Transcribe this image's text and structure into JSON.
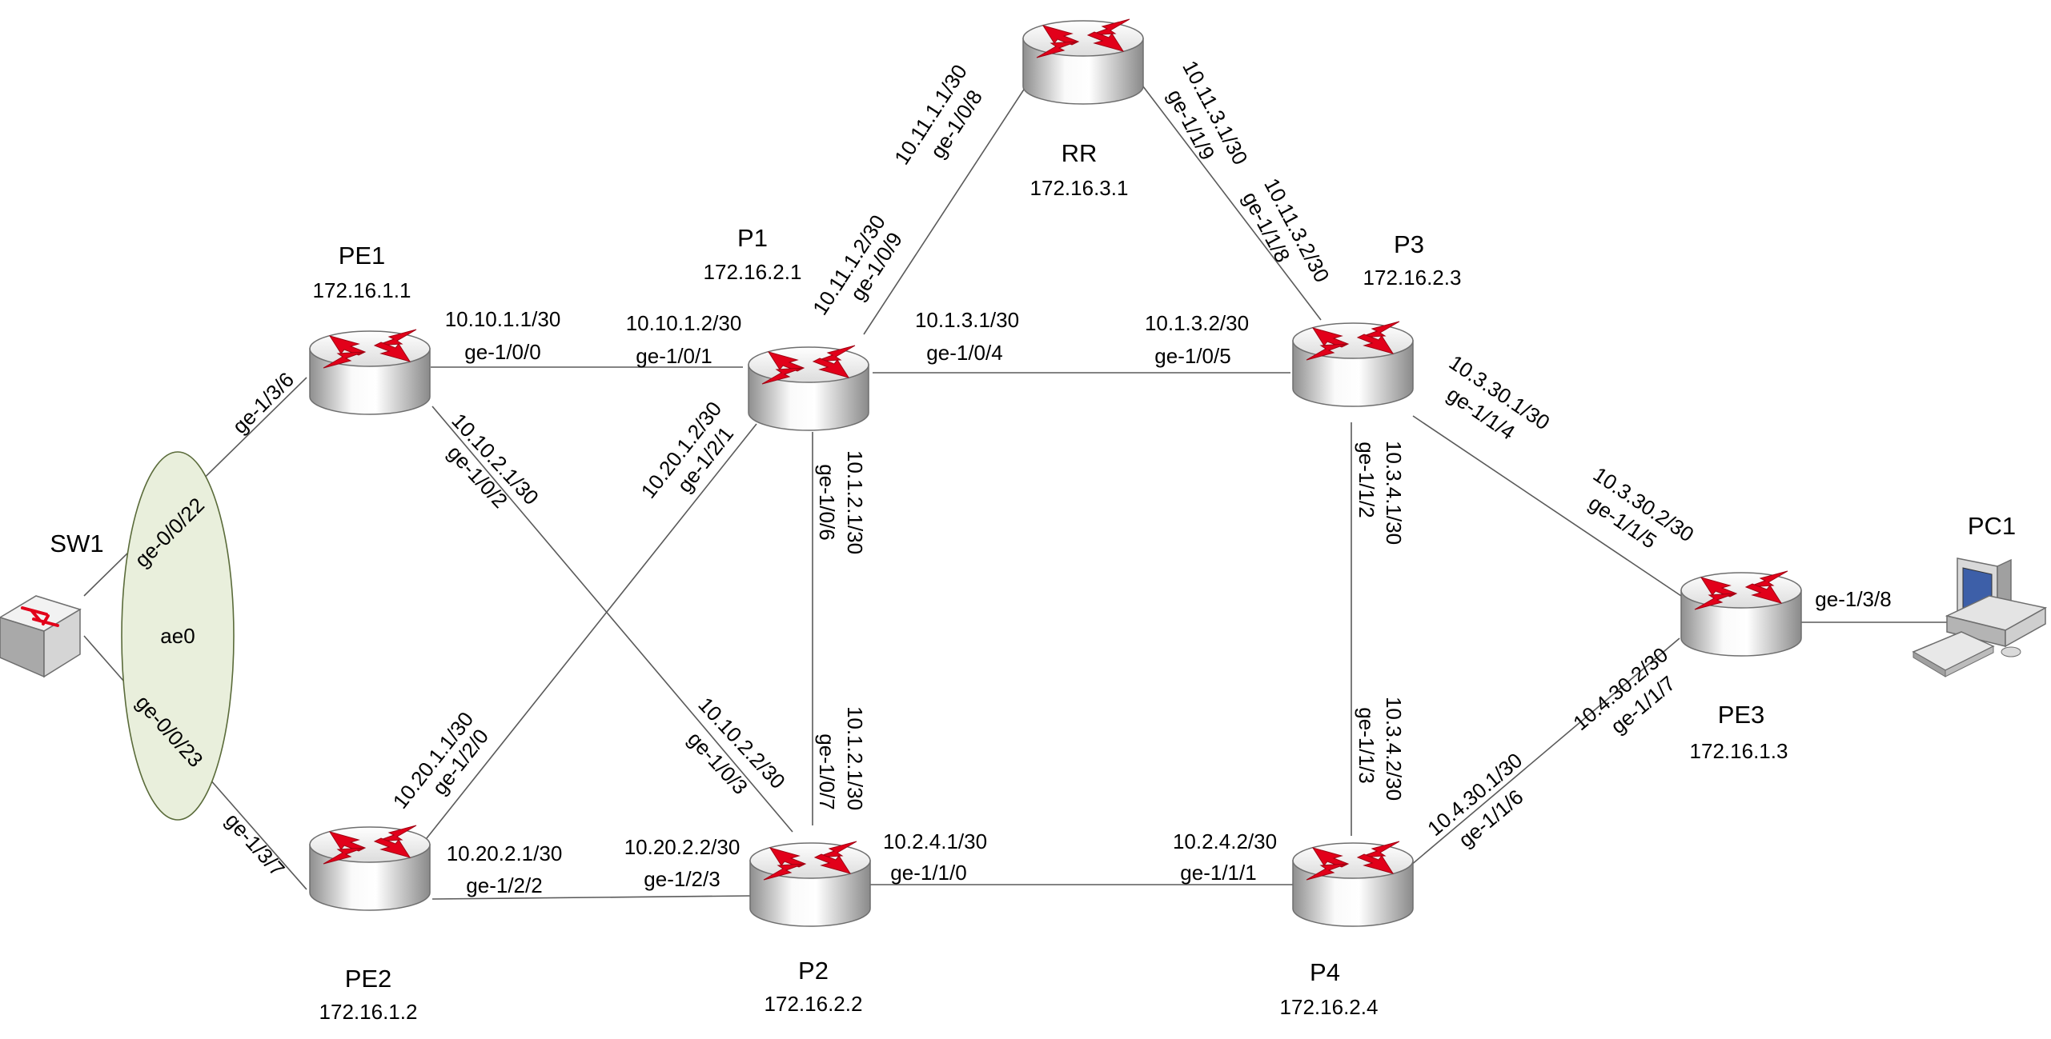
{
  "colors": {
    "router_arrow": "#e2001a",
    "router_body_light": "#fafafa",
    "router_body_dark": "#8f8f8f",
    "link": "#5a5a5a",
    "lag_ellipse_fill": "#e9efdc",
    "lag_ellipse_stroke": "#5a6b3a"
  },
  "nodes": {
    "RR": {
      "name": "RR",
      "ip": "172.16.3.1"
    },
    "P1": {
      "name": "P1",
      "ip": "172.16.2.1"
    },
    "P2": {
      "name": "P2",
      "ip": "172.16.2.2"
    },
    "P3": {
      "name": "P3",
      "ip": "172.16.2.3"
    },
    "P4": {
      "name": "P4",
      "ip": "172.16.2.4"
    },
    "PE1": {
      "name": "PE1",
      "ip": "172.16.1.1"
    },
    "PE2": {
      "name": "PE2",
      "ip": "172.16.1.2"
    },
    "PE3": {
      "name": "PE3",
      "ip": "172.16.1.3"
    },
    "SW1": {
      "name": "SW1"
    },
    "PC1": {
      "name": "PC1"
    }
  },
  "lag": {
    "name": "ae0"
  },
  "links": [
    {
      "id": "pe1-p1",
      "a": {
        "ip": "10.10.1.1/30",
        "intf": "ge-1/0/0"
      },
      "b": {
        "ip": "10.10.1.2/30",
        "intf": "ge-1/0/1"
      }
    },
    {
      "id": "p1-p3",
      "a": {
        "ip": "10.1.3.1/30",
        "intf": "ge-1/0/4"
      },
      "b": {
        "ip": "10.1.3.2/30",
        "intf": "ge-1/0/5"
      }
    },
    {
      "id": "p1-rr",
      "a": {
        "ip": "10.11.1.2/30",
        "intf": "ge-1/0/9"
      },
      "b": {
        "ip": "10.11.1.1/30",
        "intf": "ge-1/0/8"
      }
    },
    {
      "id": "rr-p3",
      "a": {
        "ip": "10.11.3.1/30",
        "intf": "ge-1/1/9"
      },
      "b": {
        "ip": "10.11.3.2/30",
        "intf": "ge-1/1/8"
      }
    },
    {
      "id": "pe1-p2",
      "a": {
        "ip": "10.10.2.1/30",
        "intf": "ge-1/0/2"
      },
      "b": {
        "ip": "10.10.2.2/30",
        "intf": "ge-1/0/3"
      }
    },
    {
      "id": "pe2-p1",
      "a": {
        "ip": "10.20.1.1/30",
        "intf": "ge-1/2/0"
      },
      "b": {
        "ip": "10.20.1.2/30",
        "intf": "ge-1/2/1"
      }
    },
    {
      "id": "p1-p2",
      "a": {
        "ip": "10.1.2.1/30",
        "intf": "ge-1/0/6"
      },
      "b": {
        "ip": "10.1.2.1/30",
        "intf": "ge-1/0/7"
      }
    },
    {
      "id": "pe2-p2",
      "a": {
        "ip": "10.20.2.1/30",
        "intf": "ge-1/2/2"
      },
      "b": {
        "ip": "10.20.2.2/30",
        "intf": "ge-1/2/3"
      }
    },
    {
      "id": "p2-p4",
      "a": {
        "ip": "10.2.4.1/30",
        "intf": "ge-1/1/0"
      },
      "b": {
        "ip": "10.2.4.2/30",
        "intf": "ge-1/1/1"
      }
    },
    {
      "id": "p3-p4",
      "a": {
        "ip": "10.3.4.1/30",
        "intf": "ge-1/1/2"
      },
      "b": {
        "ip": "10.3.4.2/30",
        "intf": "ge-1/1/3"
      }
    },
    {
      "id": "p3-pe3",
      "a": {
        "ip": "10.3.30.1/30",
        "intf": "ge-1/1/4"
      },
      "b": {
        "ip": "10.3.30.2/30",
        "intf": "ge-1/1/5"
      }
    },
    {
      "id": "p4-pe3",
      "a": {
        "ip": "10.4.30.1/30",
        "intf": "ge-1/1/6"
      },
      "b": {
        "ip": "10.4.30.2/30",
        "intf": "ge-1/1/7"
      }
    },
    {
      "id": "sw1-pe1",
      "a": {
        "intf": "ge-0/0/22"
      },
      "b": {
        "intf": "ge-1/3/6"
      }
    },
    {
      "id": "sw1-pe2",
      "a": {
        "intf": "ge-0/0/23"
      },
      "b": {
        "intf": "ge-1/3/7"
      }
    },
    {
      "id": "pe3-pc1",
      "a": {
        "intf": "ge-1/3/8"
      }
    }
  ]
}
